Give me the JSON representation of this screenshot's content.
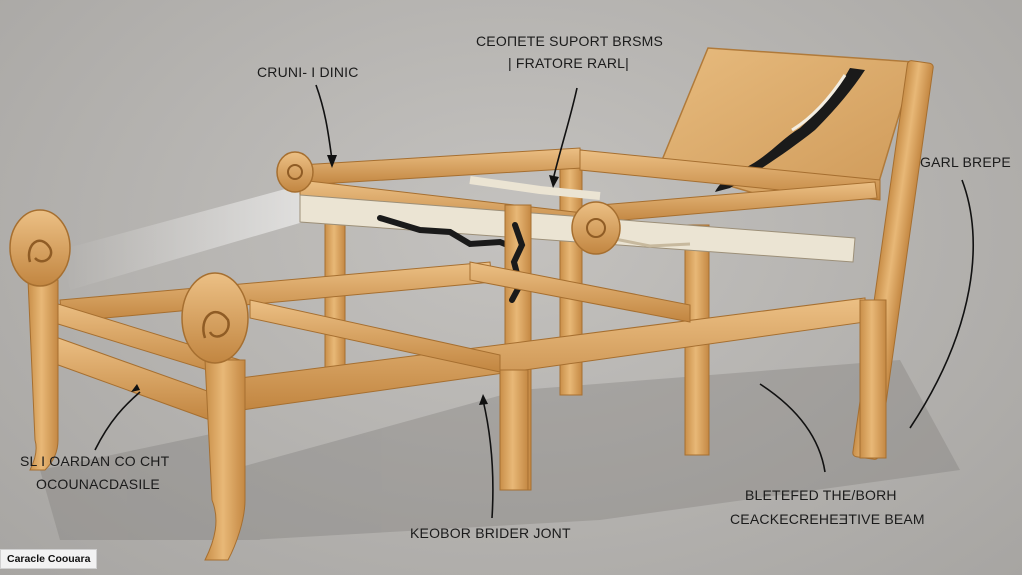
{
  "labels": {
    "top_center_line1": "CEOΠETE SUPORT BRSMS",
    "top_center_line2": "| FRATORE RARL|",
    "top_left": "CRUNI- I DINIC",
    "right": "GARL BREPE",
    "left_line1": "SL I OARDAN CO CHT",
    "left_line2": "OCOUNACDASILE",
    "bottom_center": "KEOBOR BRIDER JONT",
    "bottom_right_line1": "BLETEFED THE/BORH",
    "bottom_right_line2": "CEACKECREHEƎTIVE BEAM"
  },
  "caption": "Caracle Coouara",
  "colors": {
    "background": "#b4b2af",
    "wood": "#e3b06c",
    "wood_dark": "#b87e3e",
    "damage": "#1a1a1a",
    "flaking": "#ece6d8"
  }
}
